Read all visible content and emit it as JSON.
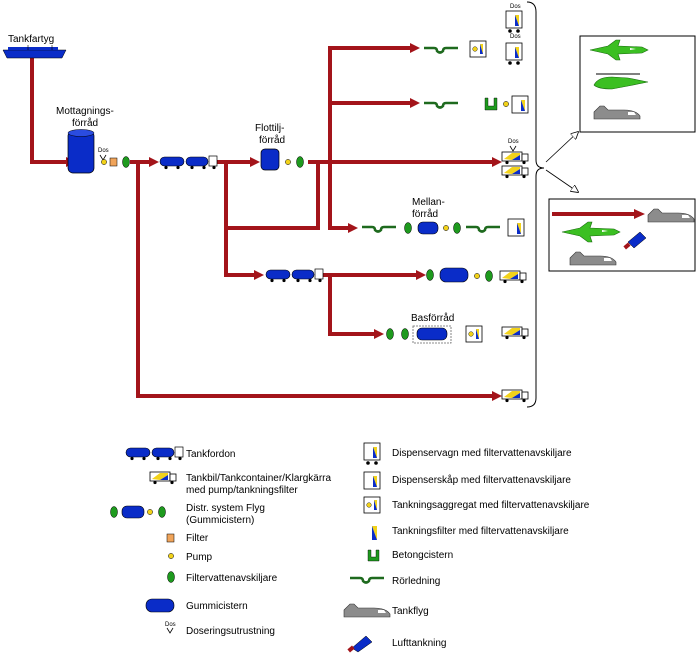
{
  "labels": {
    "tankfartyg": "Tankfartyg",
    "mottagning_1": "Mottagnings-",
    "mottagning_2": "förråd",
    "flottilj_1": "Flottilj-",
    "flottilj_2": "förråd",
    "mellan_1": "Mellan-",
    "mellan_2": "förråd",
    "basforrad": "Basförråd",
    "dos": "Dos"
  },
  "legend": {
    "tankfordon": "Tankfordon",
    "tankbil_1": "Tankbil/Tankcontainer/Klargkärra",
    "tankbil_2": "med pump/tankningsfilter",
    "distr_1": "Distr. system Flyg",
    "distr_2": "(Gummicistern)",
    "filter": "Filter",
    "pump": "Pump",
    "filtervatten": "Filtervattenavskiljare",
    "gummicistern": "Gummicistern",
    "dosering": "Doseringsutrustning",
    "dispenservagn": "Dispenservagn med filtervattenavskiljare",
    "dispenserskap": "Dispenserskåp med filtervattenavskiljare",
    "tankningsaggregat": "Tankningsaggregat med filtervattenavskiljare",
    "tankningsfilter": "Tankningsfilter med filtervattenavskiljare",
    "betongcistern": "Betongcistern",
    "rorledning": "Rörledning",
    "tankflyg": "Tankflyg",
    "lufttankning": "Lufttankning"
  },
  "colors": {
    "pipe": "#a3141a",
    "tank_blue": "#0a2cc8",
    "filter_green": "#1e9a1e",
    "pump_yellow": "#f2d21a",
    "filter_orange": "#f0a45a",
    "aircraft_green": "#3bbf22",
    "aircraft_grey": "#8c8c8c"
  }
}
